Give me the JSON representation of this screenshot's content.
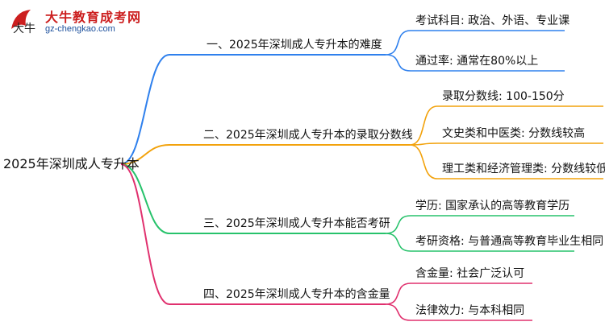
{
  "logo": {
    "name_cn": "大牛教育成考网",
    "url_text": "gz-chengkao.com",
    "brand_color": "#cc1f1f",
    "sub_color": "#1b4f9c"
  },
  "root": {
    "label": "2025年深圳成人专升本"
  },
  "branches": [
    {
      "label": "一、2025年深圳成人专升本的难度",
      "color": "#2f80ed",
      "children": [
        "考试科目: 政治、外语、专业课",
        "通过率: 通常在80%以上"
      ]
    },
    {
      "label": "二、2025年深圳成人专升本的录取分数线",
      "color": "#f2a20c",
      "children": [
        "录取分数线: 100-150分",
        "文史类和中医类: 分数线较高",
        "理工类和经济管理类: 分数线较低"
      ]
    },
    {
      "label": "三、2025年深圳成人专升本能否考研",
      "color": "#27c26b",
      "children": [
        "学历: 国家承认的高等教育学历",
        "考研资格: 与普通高等教育毕业生相同"
      ]
    },
    {
      "label": "四、2025年深圳成人专升本的含金量",
      "color": "#e0306e",
      "children": [
        "含金量: 社会广泛认可",
        "法律效力: 与本科相同"
      ]
    }
  ]
}
